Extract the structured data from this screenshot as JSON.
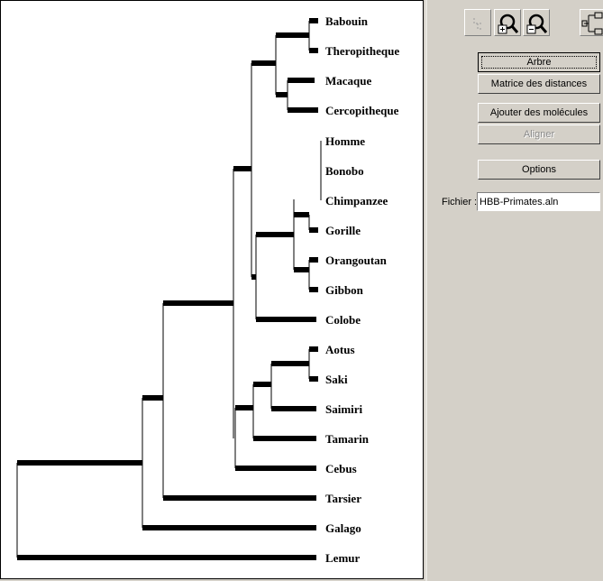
{
  "tree": {
    "taxa": [
      "Babouin",
      "Theropitheque",
      "Macaque",
      "Cercopitheque",
      "Homme",
      "Bonobo",
      "Chimpanzee",
      "Gorille",
      "Orangoutan",
      "Gibbon",
      "Colobe",
      "Aotus",
      "Saki",
      "Saimiri",
      "Tamarin",
      "Cebus",
      "Tarsier",
      "Galago",
      "Lemur"
    ]
  },
  "toolbar": {
    "icons": [
      "tree-select-icon",
      "zoom-in-icon",
      "zoom-out-icon",
      "tree-layout-icon"
    ]
  },
  "buttons": {
    "arbre": "Arbre",
    "matrice": "Matrice des distances",
    "ajouter": "Ajouter des molécules",
    "aligner": "Aligner",
    "options": "Options"
  },
  "file": {
    "label": "Fichier :",
    "value": "HBB-Primates.aln"
  }
}
